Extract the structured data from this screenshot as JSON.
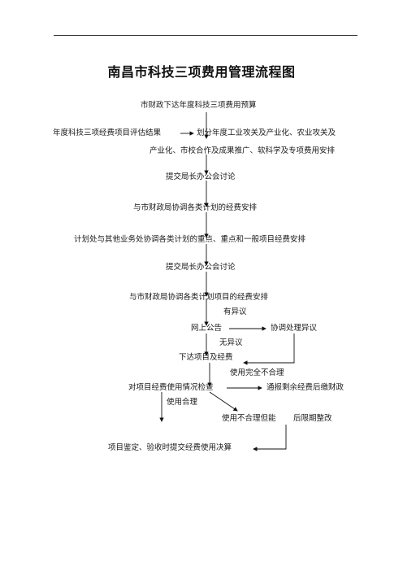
{
  "document": {
    "title": "南昌市科技三项费用管理流程图"
  },
  "nodes": {
    "n1": "市财政下达年度科技三项费用预算",
    "n2": "年度科技三项经费项目评估结果",
    "n3a": "划分年度工业攻关及产业化、农业攻关及",
    "n3b": "产业化、市校合作及成果推广、软科学及专项费用安排",
    "n4": "提交局长办公会讨论",
    "n5": "与市财政局协调各类计划的经费安排",
    "n6": "计划处与其他业务处协调各类计划的重点、重点和一般项目经费安排",
    "n7": "提交局长办公会讨论",
    "n8": "与市财政局协调各类计划项目的经费安排",
    "n9": "有异议",
    "n10": "网上公告",
    "n11": "协调处理异议",
    "n12": "无异议",
    "n13": "下达项目及经费",
    "n14": "使用完全不合理",
    "n15": "对项目经费使用情况检查",
    "n16": "通报剩余经费后缴财政",
    "n17": "使用合理",
    "n18": "使用不合理但能",
    "n19": "后限期整改",
    "n20": "项目鉴定、验收时提交经费使用决算"
  }
}
